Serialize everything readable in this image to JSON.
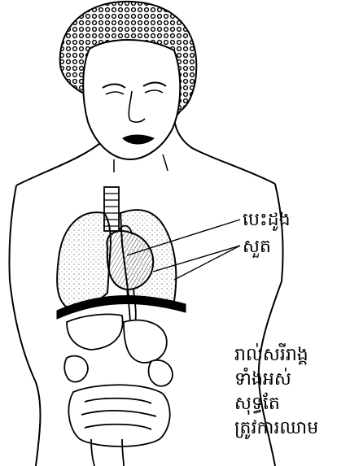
{
  "diagram": {
    "labels": {
      "heart": "បេះដូង",
      "lungs": "សួត"
    },
    "caption_lines": [
      "រាល់សរីរាង្គ",
      "ទាំងអស់",
      "សុទ្ធតែ",
      "ត្រូវការឈាម"
    ]
  }
}
